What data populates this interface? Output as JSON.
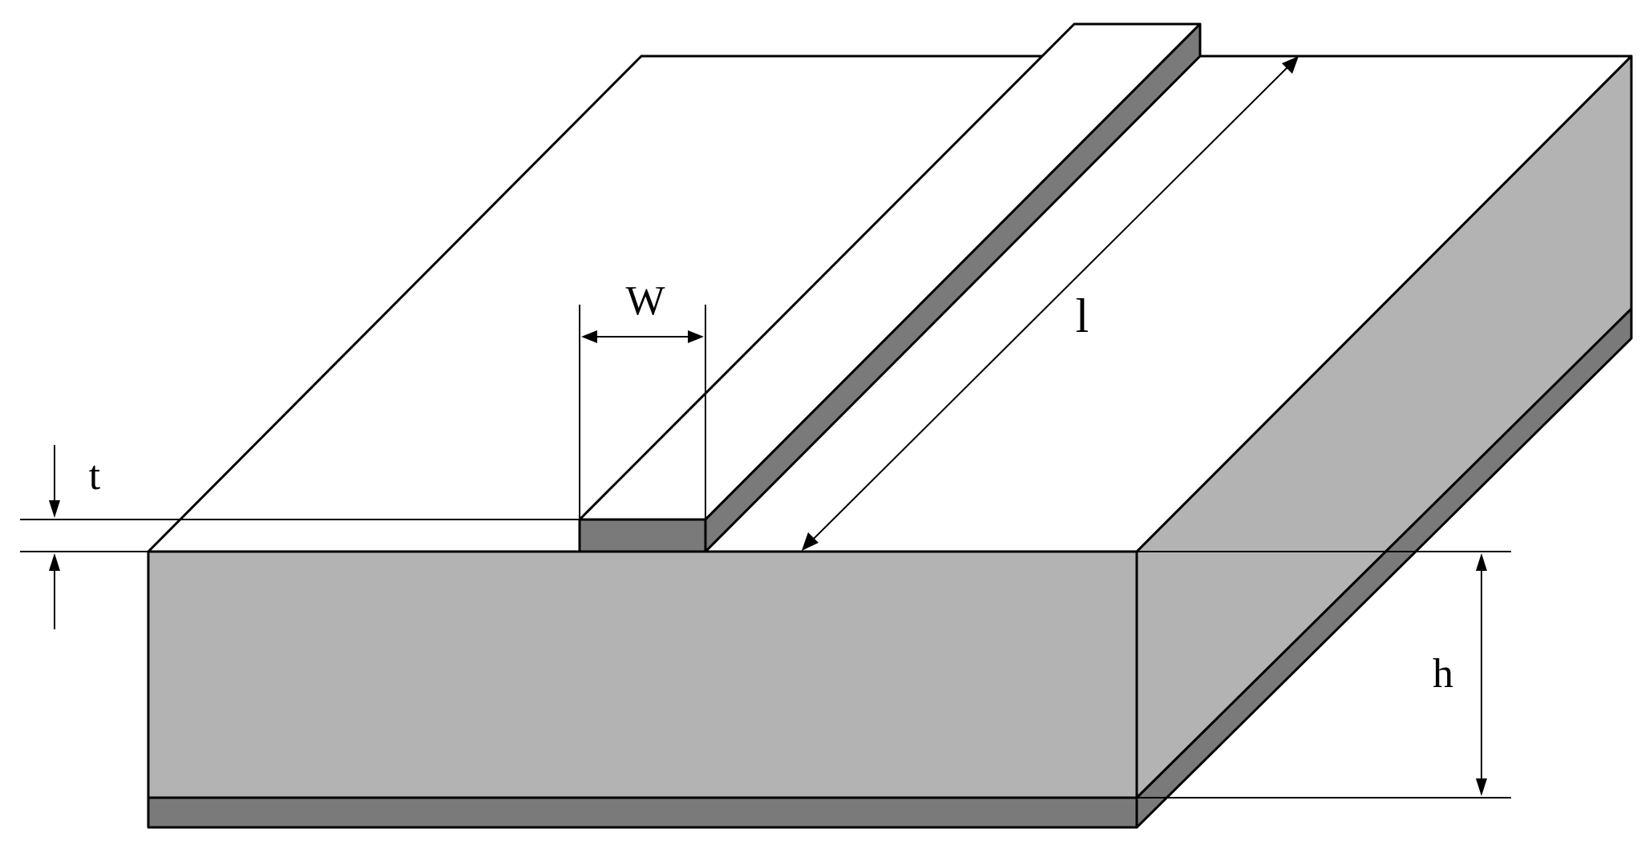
{
  "labels": {
    "width": "W",
    "length": "l",
    "thickness": "t",
    "height": "h"
  },
  "colors": {
    "background": "#ffffff",
    "outline": "#000000",
    "substrate": "#b3b3b3",
    "metal": "#7a7a7a",
    "top_surface": "#ffffff"
  }
}
